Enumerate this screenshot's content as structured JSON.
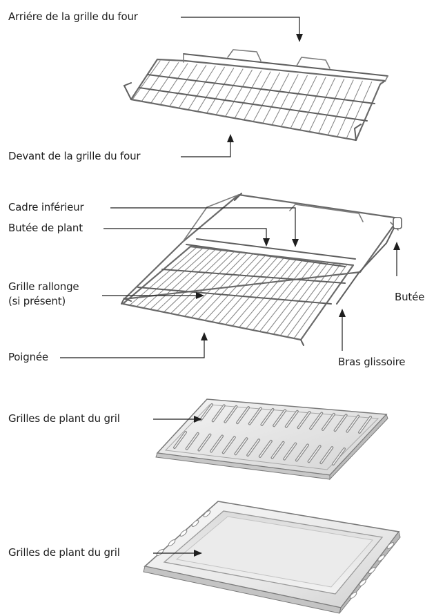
{
  "labels": {
    "rack_back": "Arriére de la grille du four",
    "rack_front": "Devant de la grille du four",
    "lower_frame": "Cadre inférieur",
    "rack_stop": "Butée de plant",
    "extension_rack_line1": "Grille rallonge",
    "extension_rack_line2": "(si présent)",
    "stop": "Butée",
    "handle": "Poignée",
    "slide_arm": "Bras glissoire",
    "broil_pan_1": "Grilles de plant du gril",
    "broil_pan_2": "Grilles de plant du gril"
  },
  "colors": {
    "line": "#1e1e1e",
    "metal_dark": "#6a6a6a",
    "metal_mid": "#9a9a9a",
    "metal_light": "#e6e6e6",
    "background": "#ffffff"
  },
  "icons": [
    "oven-rack-illustration",
    "extension-rack-illustration",
    "broil-pan-illustration",
    "baking-tray-illustration"
  ]
}
